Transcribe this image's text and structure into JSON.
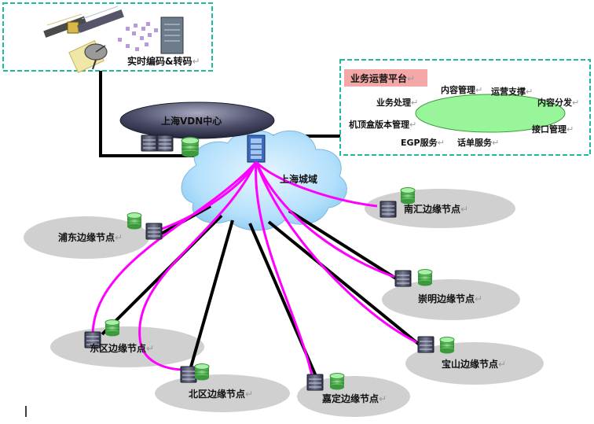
{
  "encoder": {
    "label": "实时编码&转码"
  },
  "center": {
    "label": "上海VDN中心"
  },
  "network": {
    "label": "上海城域"
  },
  "platform": {
    "title": "业务运营平台",
    "functions": {
      "content_mgmt": "内容管理",
      "ops_support": "运营支撑",
      "content_dist": "内容分发",
      "biz_proc": "业务处理",
      "stb_version": "机顶盒版本管理",
      "interface_mgmt": "接口管理",
      "epg": "EGP服务",
      "billing": "话单服务"
    }
  },
  "edge_nodes": {
    "nanhui": "南汇边缘节点",
    "pudong": "浦东边缘节点",
    "chongming": "崇明边缘节点",
    "dongqu": "东区边缘节点",
    "baoshan": "宝山边缘节点",
    "beiqu": "北区边缘节点",
    "jiading": "嘉定边缘节点"
  },
  "paragraph_mark": "↵",
  "colors": {
    "link": "#000000",
    "stream": "#ff00ff",
    "frame": "#1abc9c",
    "db": "#4caf50",
    "platform_title_bg": "#f4a7a7",
    "ellipse": "#cfcfcf"
  }
}
